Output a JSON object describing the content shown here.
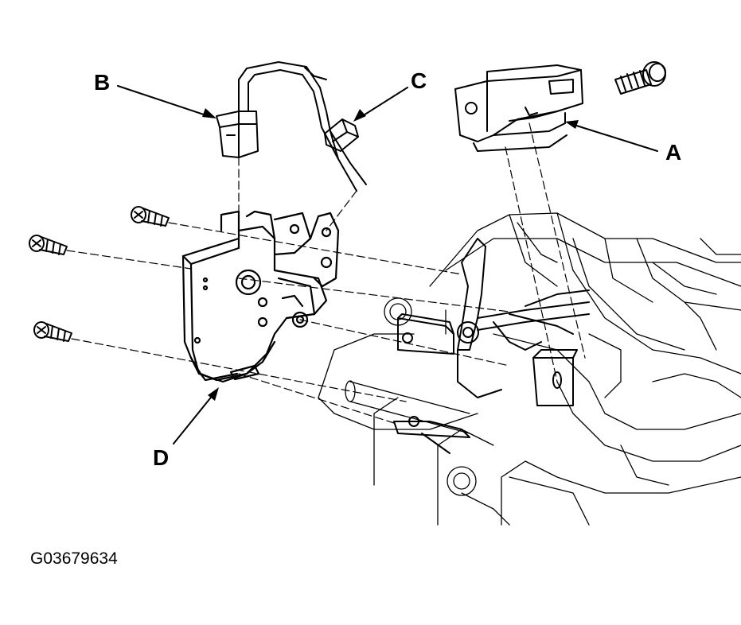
{
  "figure": {
    "callouts": {
      "a": "A",
      "b": "B",
      "c": "C",
      "d": "D"
    },
    "figure_id": "G03679634"
  },
  "colors": {
    "line": "#000000",
    "background": "#ffffff"
  }
}
